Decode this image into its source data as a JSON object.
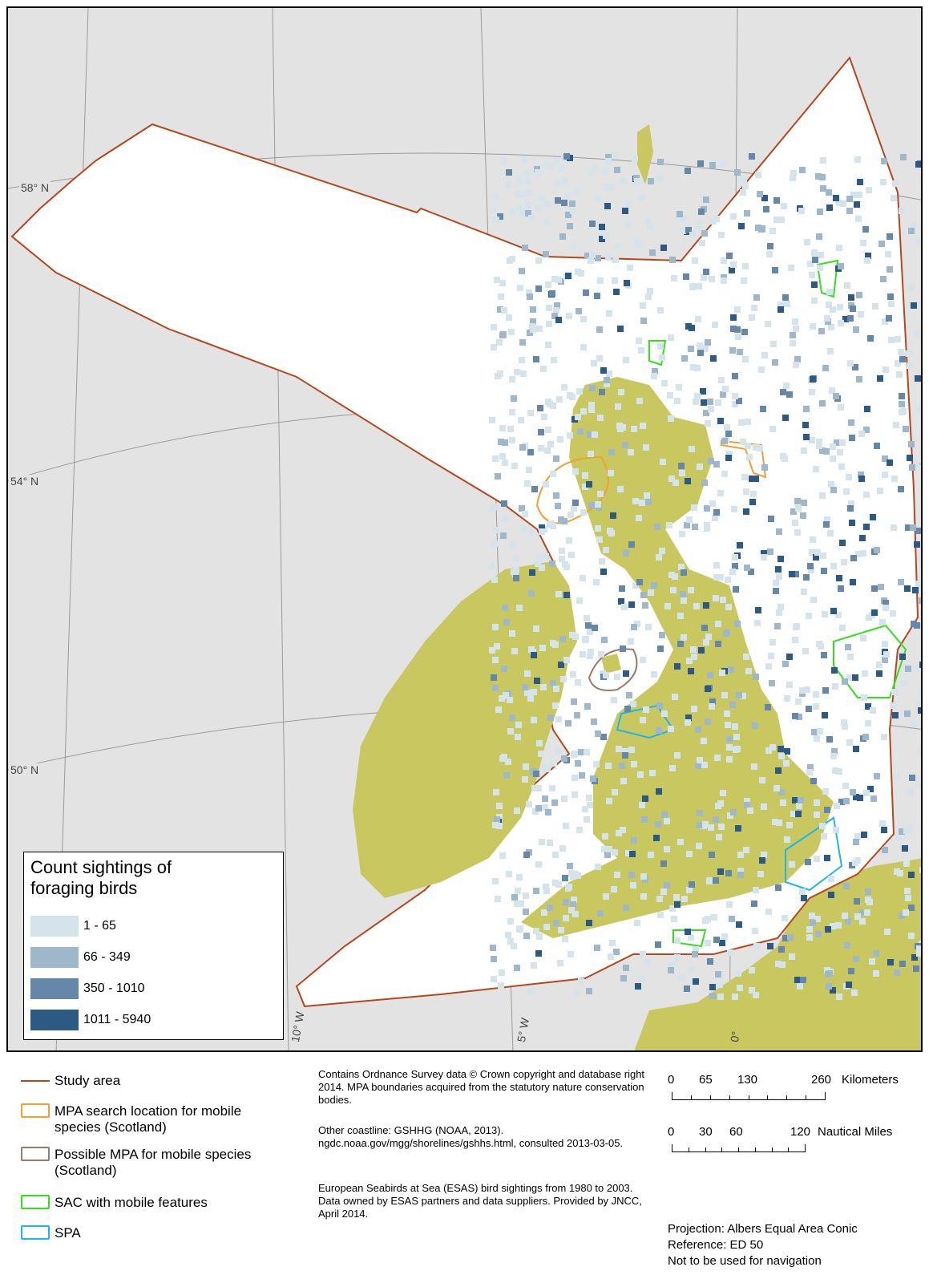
{
  "map": {
    "lat_labels": [
      "58° N",
      "54° N",
      "50° N"
    ],
    "lon_labels": [
      "10° W",
      "5° W",
      "0°"
    ],
    "colors": {
      "background": "#e3e3e3",
      "land": "#c9c760",
      "study_area_fill": "#ffffff",
      "study_area_line": "#b5471b",
      "sac": "#33e01c",
      "spa": "#1ab6f0",
      "mpa_search": "#f0a030",
      "mpa_possible": "#9a7a6a"
    }
  },
  "legend": {
    "title": "Count sightings of foraging birds",
    "classes": [
      {
        "label": "1 - 65",
        "color": "#d5e3ea"
      },
      {
        "label": "66 - 349",
        "color": "#9fb7cb"
      },
      {
        "label": "350 - 1010",
        "color": "#6688a8"
      },
      {
        "label": "1011 - 5940",
        "color": "#2c5a85"
      }
    ]
  },
  "footer": {
    "keys": [
      {
        "label": "Study area",
        "type": "line"
      },
      {
        "label": "MPA search location for mobile species (Scotland)",
        "type": "box",
        "color": "#f0a030"
      },
      {
        "label": "Possible MPA for mobile species (Scotland)",
        "type": "box",
        "color": "#9a7a6a"
      },
      {
        "label": "SAC with mobile features",
        "type": "box",
        "color": "#33e01c"
      },
      {
        "label": "SPA",
        "type": "box",
        "color": "#1ab6f0"
      }
    ],
    "notes": [
      "Contains Ordnance Survey data © Crown copyright and database right 2014. MPA boundaries acquired from the statutory nature conservation bodies.",
      "Other coastline: GSHHG (NOAA, 2013). ngdc.noaa.gov/mgg/shorelines/gshhs.html, consulted 2013-03-05.",
      "European Seabirds at Sea (ESAS) bird sightings from 1980 to 2003. Data owned by ESAS partners and data suppliers. Provided by JNCC, April 2014."
    ],
    "scale_km": {
      "ticks": [
        "0",
        "65",
        "130",
        "260"
      ],
      "unit": "Kilometers"
    },
    "scale_nm": {
      "ticks": [
        "0",
        "30",
        "60",
        "120"
      ],
      "unit": "Nautical Miles"
    },
    "projection": "Projection: Albers Equal Area Conic",
    "reference": "Reference: ED 50",
    "warning": "Not to be used for navigation"
  }
}
